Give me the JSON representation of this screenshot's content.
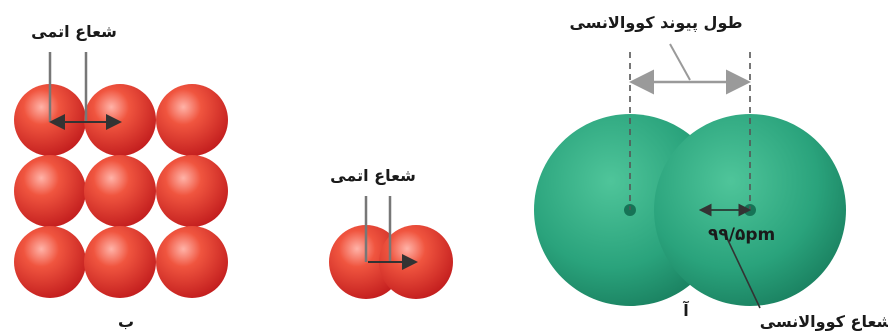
{
  "labels": {
    "atomic_radius_left": "شعاع اتمی",
    "atomic_radius_middle": "شعاع اتمی",
    "bond_length": "طول پیوند کووالانسی",
    "covalent_radius": "شعاع کووالانسی",
    "distance_value": "۹۹/۵pm",
    "panel_b": "ب",
    "panel_a": "آ"
  },
  "colors": {
    "red_sphere": "#e8403a",
    "green_sphere": "#2aa37c",
    "arrow": "#333333",
    "dashed": "#555555",
    "bond_arrow": "#9a9a9a"
  }
}
